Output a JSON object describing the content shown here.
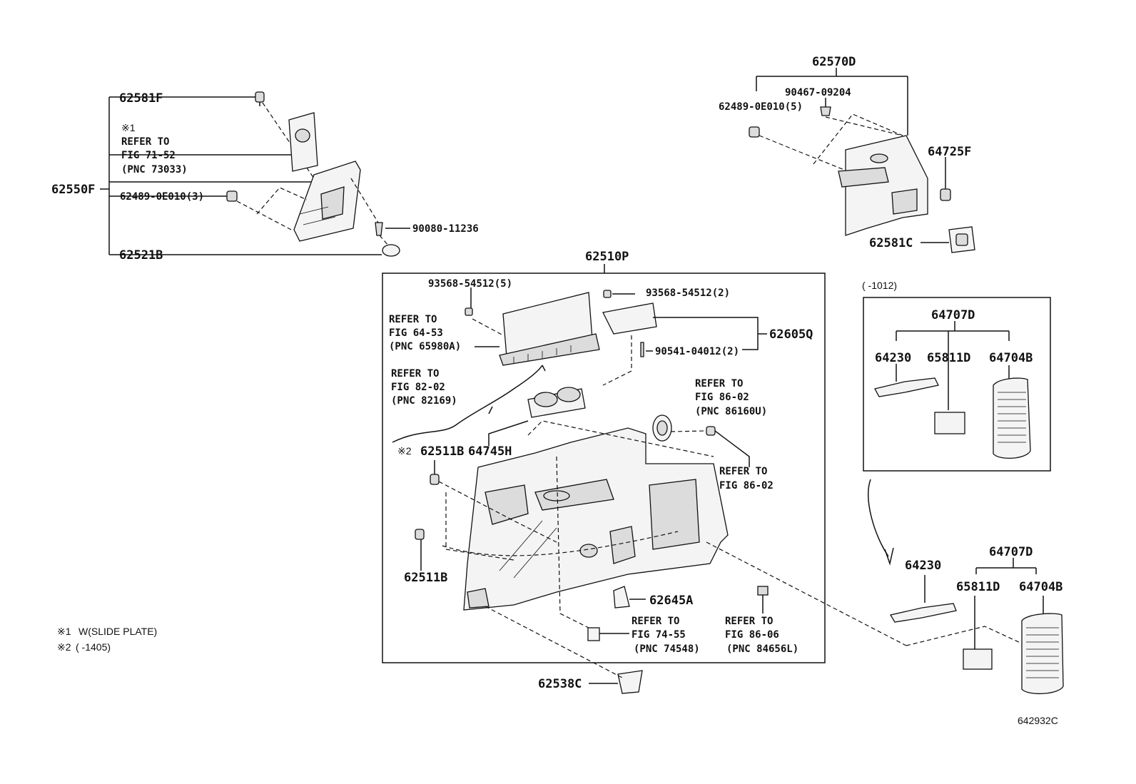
{
  "diagram": {
    "reference_code": "642932C",
    "notes": [
      {
        "mark": "※1",
        "text": "W(SLIDE PLATE)"
      },
      {
        "mark": "※2",
        "text": "(        -1405)"
      }
    ],
    "date_range_label": "(      -1012)",
    "upper_left": {
      "part_62581F": "62581F",
      "mark_1": "※1",
      "refer_to": "REFER TO",
      "fig_71_52": "FIG 71-52",
      "pnc_73033": "(PNC 73033)",
      "part_62550F": "62550F",
      "part_62489_3": "62489-0E010(3)",
      "part_90080": "90080-11236",
      "part_62521B": "62521B"
    },
    "upper_right": {
      "part_62570D": "62570D",
      "part_90467": "90467-09204",
      "part_62489_5": "62489-0E010(5)",
      "part_64725F": "64725F",
      "part_62581C": "62581C"
    },
    "center_box": {
      "part_62510P": "62510P",
      "part_93568_5": "93568-54512(5)",
      "part_93568_2": "93568-54512(2)",
      "refer_to_1": "REFER TO",
      "fig_64_53": "FIG 64-53",
      "pnc_65980A": "(PNC 65980A)",
      "part_62605Q": "62605Q",
      "part_90541": "90541-04012(2)",
      "refer_to_2": "REFER TO",
      "fig_82_02": "FIG 82-02",
      "pnc_82169": "(PNC 82169)",
      "refer_to_3": "REFER TO",
      "fig_86_02_a": "FIG 86-02",
      "pnc_86160U": "(PNC 86160U)",
      "mark_2": "※2",
      "part_62511B_a": "62511B",
      "part_64745H": "64745H",
      "refer_to_4": "REFER TO",
      "fig_86_02_b": "FIG 86-02",
      "part_62511B_b": "62511B",
      "part_62645A": "62645A",
      "refer_to_5": "REFER TO",
      "fig_74_55": "FIG 74-55",
      "pnc_74548": "(PNC 74548)",
      "refer_to_6": "REFER TO",
      "fig_86_06": "FIG 86-06",
      "pnc_84656L": "(PNC 84656L)",
      "part_62538C": "62538C"
    },
    "right_box": {
      "part_64707D": "64707D",
      "part_64230": "64230",
      "part_65811D": "65811D",
      "part_64704B": "64704B"
    },
    "lower_right": {
      "part_64707D": "64707D",
      "part_64230": "64230",
      "part_65811D": "65811D",
      "part_64704B": "64704B"
    }
  }
}
